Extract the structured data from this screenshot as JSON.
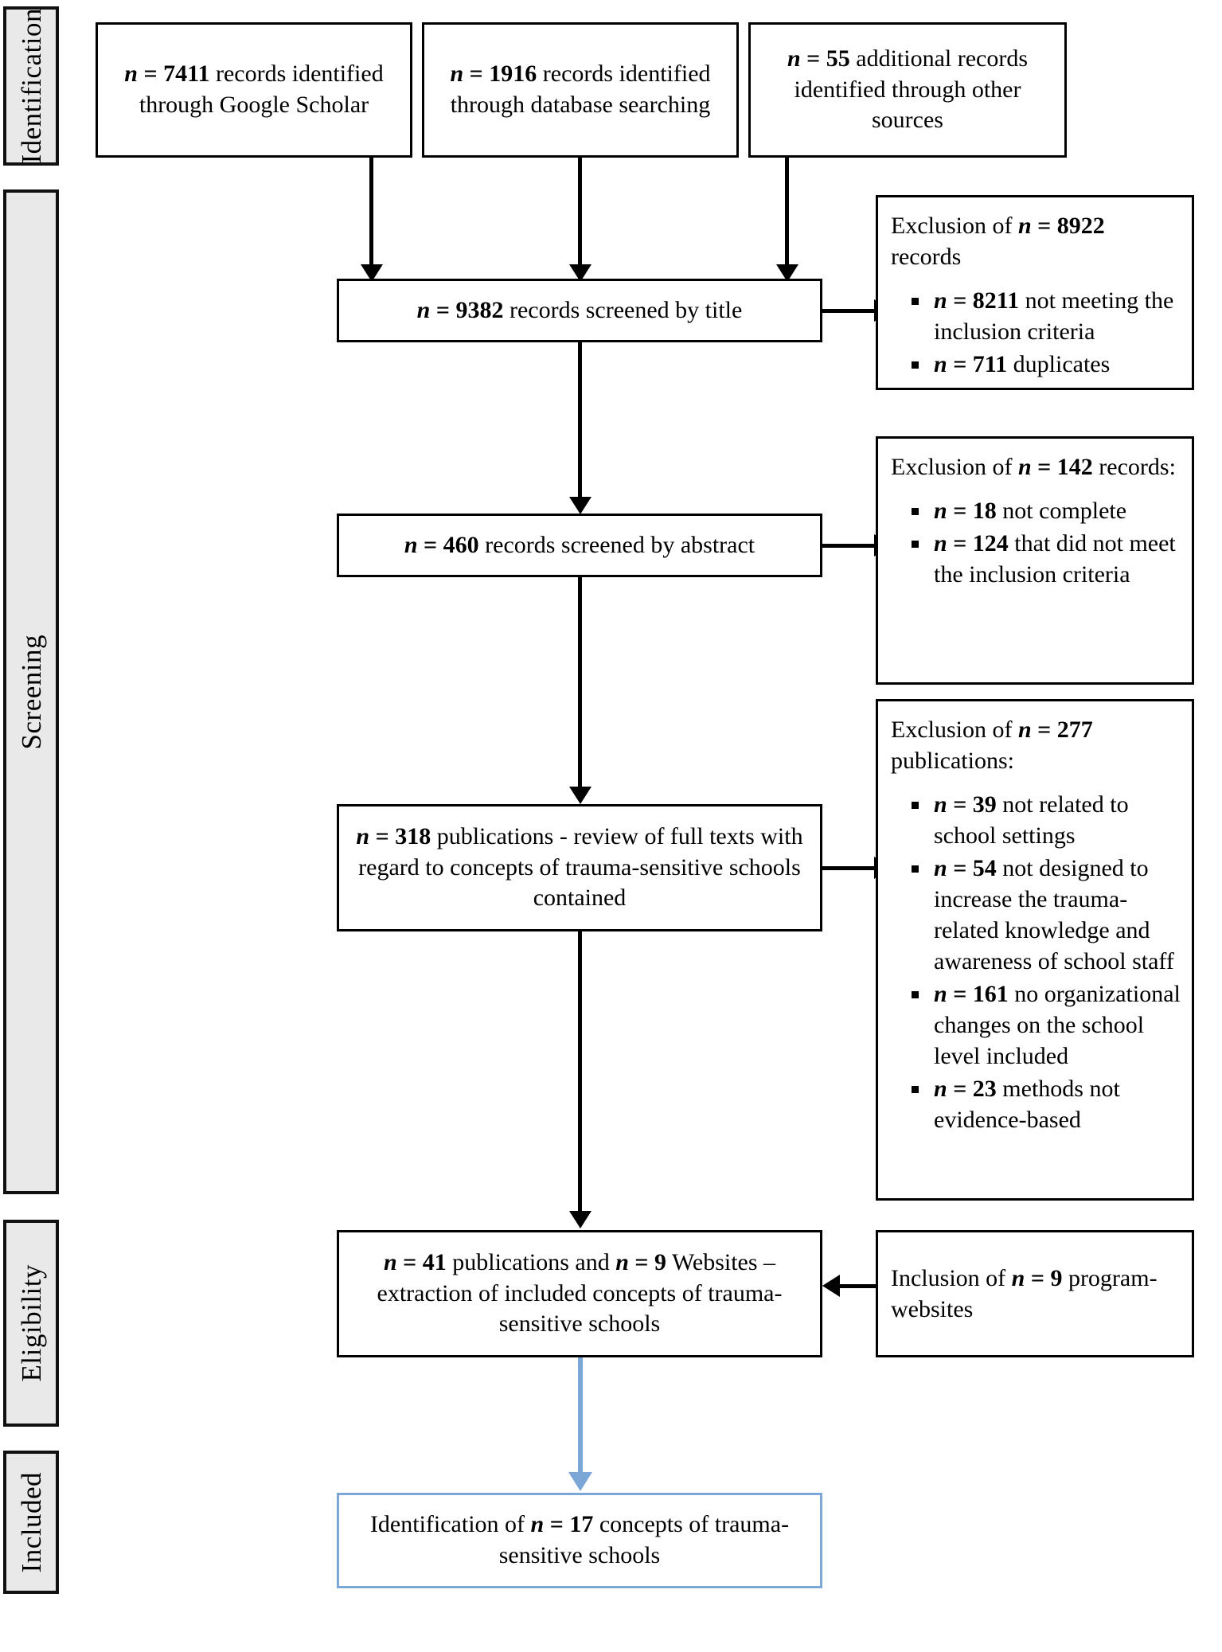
{
  "stages": [
    {
      "label": "Identification"
    },
    {
      "label": "Screening"
    },
    {
      "label": "Eligibility"
    },
    {
      "label": "Included"
    }
  ],
  "sources": [
    {
      "n": "7411",
      "line1_prefix": "n",
      "text": "records identified through Google Scholar"
    },
    {
      "n": "1916",
      "text": "records identified through database searching"
    },
    {
      "n": "55",
      "text": "additional records identified through other sources"
    }
  ],
  "flow": {
    "screened_title": {
      "n": "9382",
      "text": "records screened by title"
    },
    "screened_abstract": {
      "n": "460",
      "text": "records screened by abstract"
    },
    "fulltext": {
      "n": "318",
      "text": "publications - review of full texts with regard to concepts of trauma-sensitive schools contained"
    },
    "extraction": {
      "n1": "41",
      "mid": "publications and",
      "n2": "9",
      "text": "Websites – extraction of included concepts of trauma-sensitive schools"
    },
    "included": {
      "n": "17",
      "prefix": "Identification of",
      "text": "concepts of trauma-sensitive schools"
    }
  },
  "exclusions": [
    {
      "head_prefix": "Exclusion of",
      "head_n": "8922",
      "head_suffix": "records",
      "items": [
        {
          "n": "8211",
          "text": "not meeting the inclusion criteria"
        },
        {
          "n": "711",
          "text": "duplicates"
        }
      ]
    },
    {
      "head_prefix": "Exclusion of",
      "head_n": "142",
      "head_suffix": "records:",
      "items": [
        {
          "n": "18",
          "text": "not complete"
        },
        {
          "n": "124",
          "text": "that did not meet the inclusion criteria"
        }
      ]
    },
    {
      "head_prefix": "Exclusion of",
      "head_n": "277",
      "head_suffix": "publications:",
      "items": [
        {
          "n": "39",
          "text": "not related to school settings"
        },
        {
          "n": "54",
          "text": "not designed to increase the trauma-related knowledge and awareness of school staff"
        },
        {
          "n": "161",
          "text": "no organizational changes on the school level included"
        },
        {
          "n": "23",
          "text": "methods not evidence-based"
        }
      ]
    }
  ],
  "inclusion_box": {
    "prefix": "Inclusion of",
    "n": "9",
    "text": "program-websites"
  },
  "colors": {
    "stage_fill": "#e9e9e9",
    "box_border": "#000000",
    "accent_blue": "#7ba7d7"
  }
}
